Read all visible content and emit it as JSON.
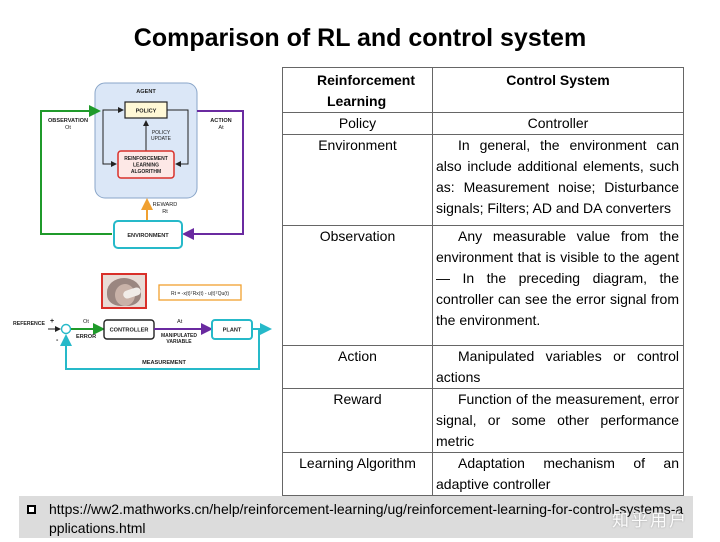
{
  "title": "Comparison of RL and control system",
  "diagram_rl": {
    "agent": "AGENT",
    "policy": "POLICY",
    "policy_update_1": "POLICY",
    "policy_update_2": "UPDATE",
    "rl_alg_1": "REINFORCEMENT",
    "rl_alg_2": "LEARNING",
    "rl_alg_3": "ALGORITHM",
    "observation": "OBSERVATION",
    "obs_sym": "Ot",
    "action": "ACTION",
    "action_sym": "At",
    "reward": "REWARD",
    "reward_sym": "Rt",
    "environment": "ENVIRONMENT"
  },
  "diagram_ctrl": {
    "formula": "Rt = -x(t)ᵀRx(t) - u(t)ᵀQu(t)",
    "reference": "REFERENCE",
    "plus": "+",
    "minus": "-",
    "ot": "Ot",
    "error": "ERROR",
    "controller": "CONTROLLER",
    "at": "At",
    "manip_1": "MANIPULATED",
    "manip_2": "VARIABLE",
    "plant": "PLANT",
    "measurement": "MEASUREMENT"
  },
  "table": {
    "header_left_1": "Reinforcement",
    "header_left_2": "Learning",
    "header_right": "Control System",
    "rows": [
      {
        "left": "Policy",
        "right": "Controller"
      },
      {
        "left": "Environment",
        "right": "In general, the environment can also include additional elements, such as: Measurement noise; Disturbance signals; Filters; AD and DA converters"
      },
      {
        "left": "Observation",
        "right": "Any measurable value from the environment that is visible to the agent — In the preceding diagram, the controller can see the error signal from the environment."
      },
      {
        "left": "Action",
        "right": "Manipulated variables or control actions"
      },
      {
        "left": "Reward",
        "right": "Function of the measurement, error signal, or some other performance metric"
      },
      {
        "left": "Learning Algorithm",
        "right": "Adaptation mechanism of an adaptive controller"
      }
    ]
  },
  "footer": {
    "link": "https://ww2.mathworks.cn/help/reinforcement-learning/ug/reinforcement-learning-for-control-systems-applications.html"
  },
  "watermark": "知乎用户",
  "colors": {
    "agent_fill": "#dbe7f7",
    "observation_line": "#1f9a2a",
    "action_line": "#6a2aa0",
    "environment_line": "#26b9c9",
    "reward_line": "#f0a030",
    "rl_alg_border": "#d9302a",
    "footer_bg": "#dcdcdc"
  }
}
